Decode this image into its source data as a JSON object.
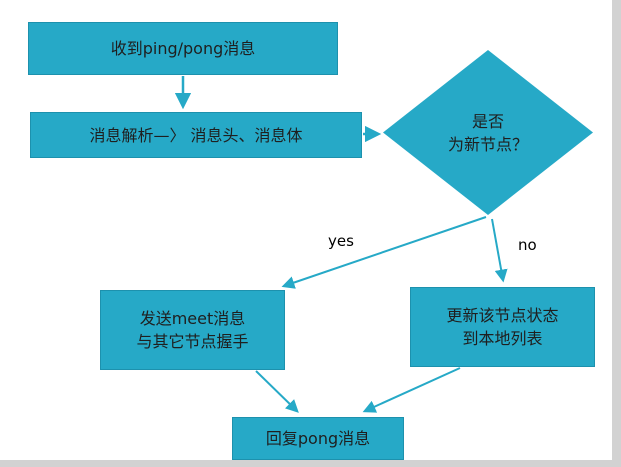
{
  "diagram": {
    "nodes": {
      "receive": {
        "label": "收到ping/pong消息"
      },
      "parse": {
        "label": "消息解析—〉 消息头、消息体"
      },
      "decision": {
        "label": "是否\n为新节点？"
      },
      "meet": {
        "label": "发送meet消息\n与其它节点握手"
      },
      "update": {
        "label": "更新该节点状态\n到本地列表"
      },
      "reply": {
        "label": "回复pong消息"
      }
    },
    "edge_labels": {
      "yes": "yes",
      "no": "no"
    },
    "colors": {
      "node_fill": "#26a9c7",
      "node_border": "#1d91ad",
      "arrow": "#26a9c7",
      "node_text": "#1f1f1f",
      "edge_label_text": "#000000"
    }
  }
}
